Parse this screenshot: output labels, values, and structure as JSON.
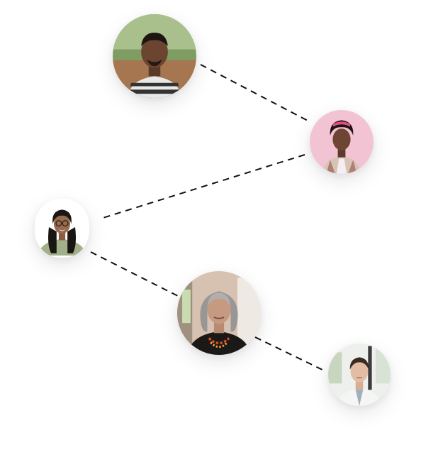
{
  "people": [
    {
      "id": "man-striped-shirt",
      "description": "portrait-avatar"
    },
    {
      "id": "woman-pink-background",
      "description": "portrait-avatar"
    },
    {
      "id": "man-long-hair-glasses",
      "description": "portrait-avatar"
    },
    {
      "id": "older-woman-gray-hair",
      "description": "portrait-avatar"
    },
    {
      "id": "woman-white-coat",
      "description": "portrait-avatar"
    }
  ],
  "connections": [
    [
      "man-striped-shirt",
      "woman-pink-background"
    ],
    [
      "woman-pink-background",
      "man-long-hair-glasses"
    ],
    [
      "man-long-hair-glasses",
      "older-woman-gray-hair"
    ],
    [
      "older-woman-gray-hair",
      "woman-white-coat"
    ]
  ],
  "colors": {
    "line": "#111111",
    "background": "#ffffff"
  }
}
